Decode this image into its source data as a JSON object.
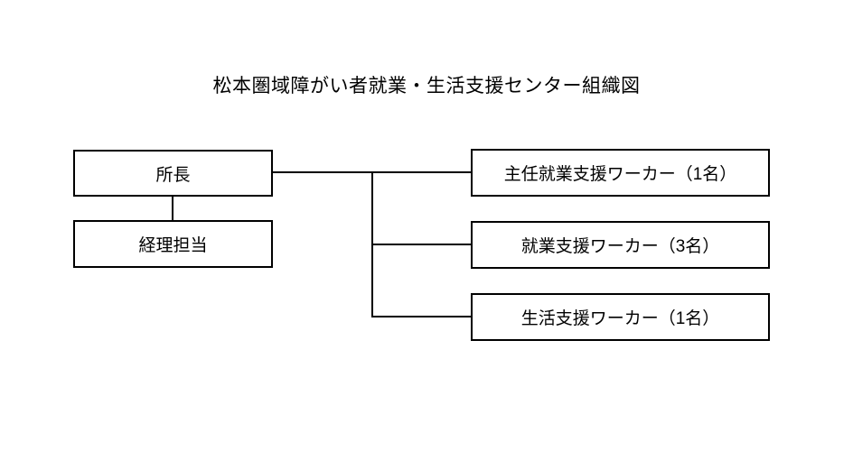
{
  "title": "松本圏域障がい者就業・生活支援センター組織図",
  "nodes": {
    "director": {
      "label": "所長"
    },
    "accounting": {
      "label": "経理担当"
    },
    "workers": [
      {
        "label": "主任就業支援ワーカー（1名）"
      },
      {
        "label": "就業支援ワーカー（3名）"
      },
      {
        "label": "生活支援ワーカー（1名）"
      }
    ]
  },
  "colors": {
    "background": "#ffffff",
    "line": "#000000",
    "text": "#000000"
  }
}
